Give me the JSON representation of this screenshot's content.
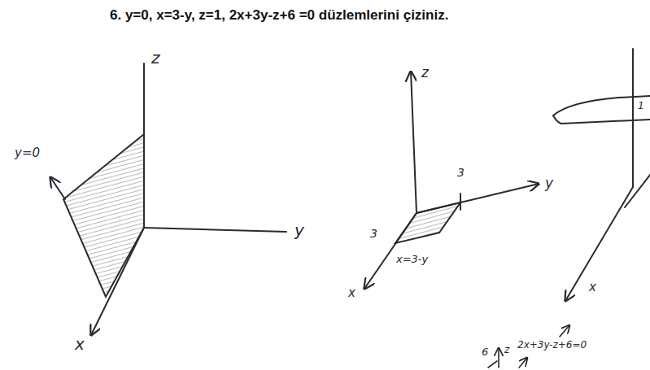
{
  "diagram": {
    "title": "6. y=0, x=3-y, z=1, 2x+3y-z+6 =0 düzlemlerini çiziniz.",
    "labels": [
      "z",
      "y=0",
      "y",
      "x",
      "z",
      "3",
      "y",
      "3",
      "x=3-y",
      "x",
      "1",
      "x",
      "6",
      "z",
      "2x+3y-z+6=0"
    ]
  }
}
